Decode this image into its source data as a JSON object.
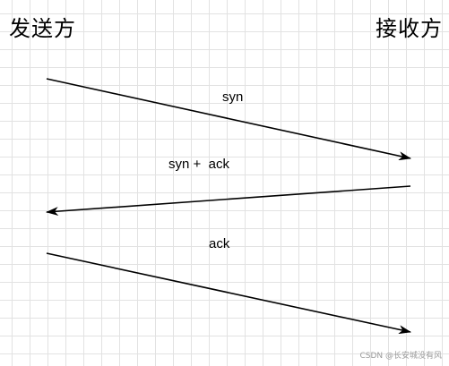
{
  "participants": {
    "sender": "发送方",
    "receiver": "接收方"
  },
  "messages": [
    {
      "label": "syn",
      "direction": "sender-to-receiver"
    },
    {
      "label": "syn +  ack",
      "direction": "receiver-to-sender"
    },
    {
      "label": "ack",
      "direction": "sender-to-receiver"
    }
  ],
  "watermark": "CSDN @长安城没有风"
}
